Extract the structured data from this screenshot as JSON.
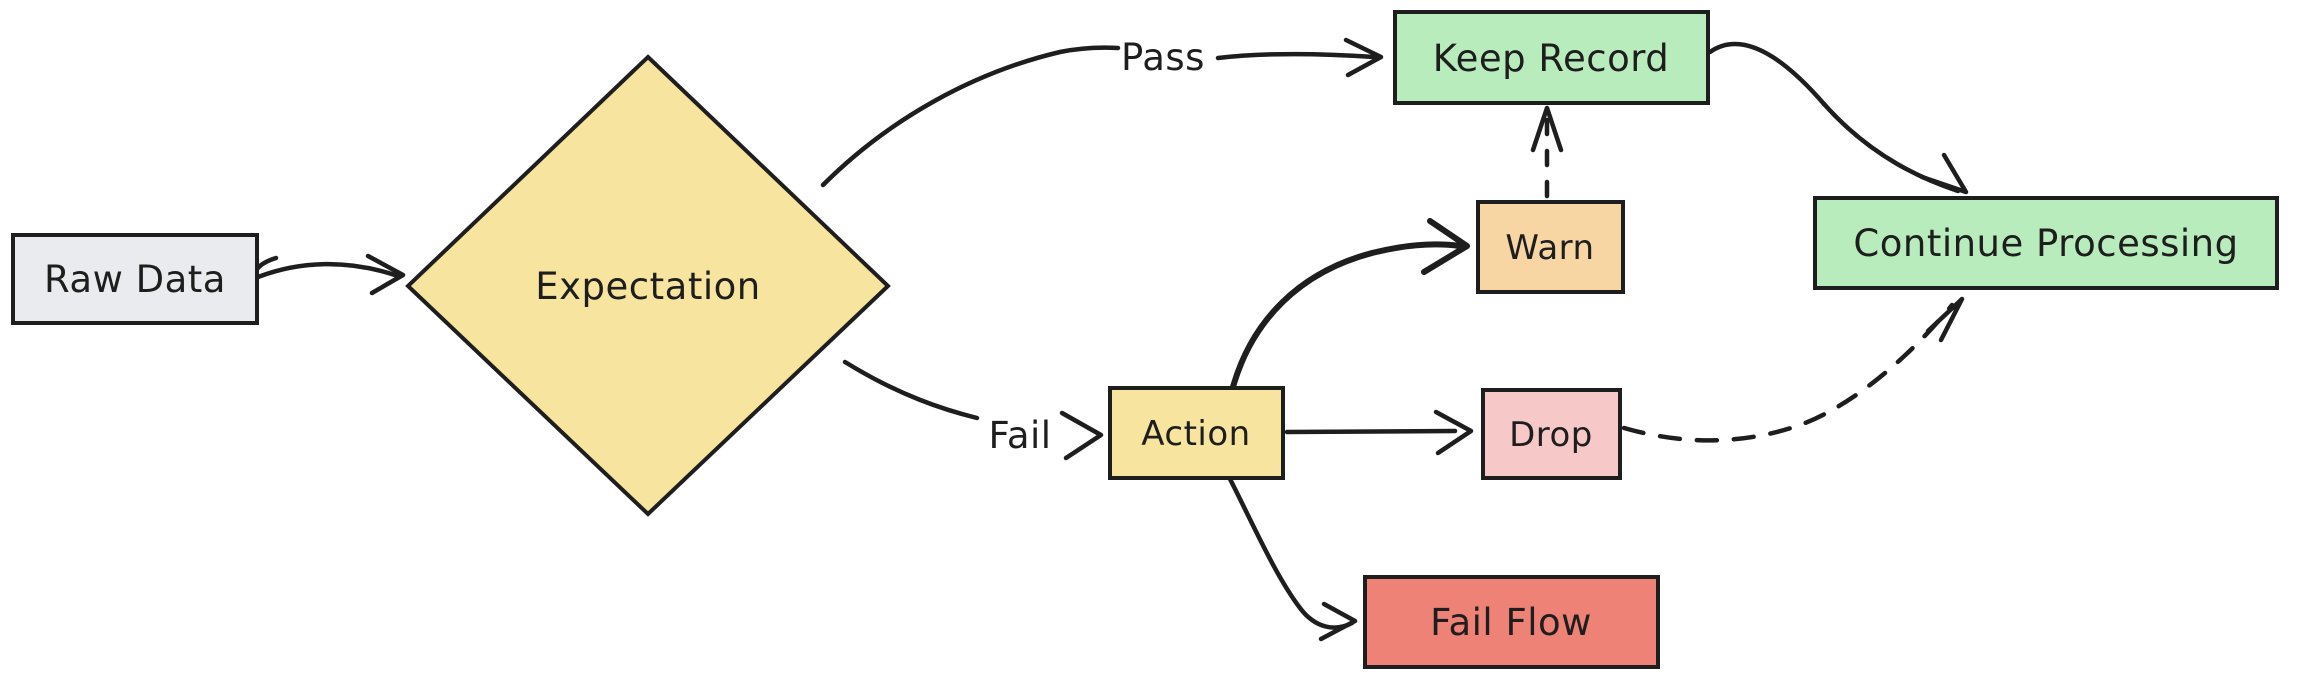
{
  "diagram": {
    "background": "#ffffff",
    "stroke_color": "#1e1e1e",
    "nodes": {
      "raw_data": {
        "label": "Raw Data",
        "shape": "rectangle",
        "fill": "#e9ebee"
      },
      "expectation": {
        "label": "Expectation",
        "shape": "diamond",
        "fill": "#f7e49f"
      },
      "keep_record": {
        "label": "Keep Record",
        "shape": "rectangle",
        "fill": "#b9ecbc"
      },
      "warn": {
        "label": "Warn",
        "shape": "rectangle",
        "fill": "#f8d6a4"
      },
      "action": {
        "label": "Action",
        "shape": "rectangle",
        "fill": "#f7e49f"
      },
      "drop": {
        "label": "Drop",
        "shape": "rectangle",
        "fill": "#f6c8c8"
      },
      "fail_flow": {
        "label": "Fail Flow",
        "shape": "rectangle",
        "fill": "#ee8277"
      },
      "continue_processing": {
        "label": "Continue Processing",
        "shape": "rectangle",
        "fill": "#b9ecbc"
      }
    },
    "edges": [
      {
        "from": "Raw Data",
        "to": "Expectation",
        "style": "solid"
      },
      {
        "from": "Expectation",
        "to": "Keep Record",
        "style": "solid",
        "label": "Pass"
      },
      {
        "from": "Expectation",
        "to": "Action",
        "style": "solid",
        "label": "Fail"
      },
      {
        "from": "Action",
        "to": "Warn",
        "style": "solid"
      },
      {
        "from": "Action",
        "to": "Drop",
        "style": "solid"
      },
      {
        "from": "Action",
        "to": "Fail Flow",
        "style": "solid"
      },
      {
        "from": "Warn",
        "to": "Keep Record",
        "style": "dashed"
      },
      {
        "from": "Drop",
        "to": "Continue Processing",
        "style": "dashed"
      },
      {
        "from": "Keep Record",
        "to": "Continue Processing",
        "style": "solid"
      }
    ]
  }
}
